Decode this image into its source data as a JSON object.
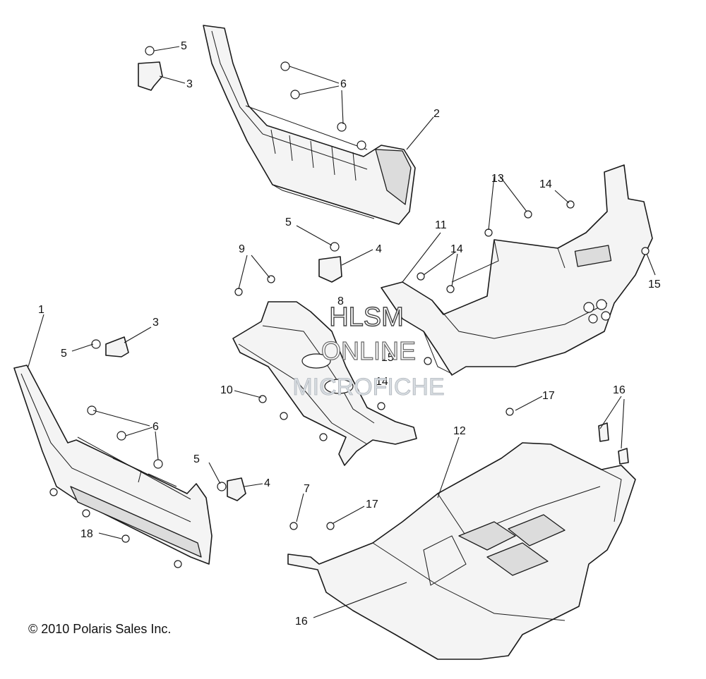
{
  "callouts": [
    "1",
    "2",
    "3",
    "3",
    "4",
    "4",
    "5",
    "5",
    "5",
    "5",
    "6",
    "6",
    "7",
    "8",
    "9",
    "10",
    "11",
    "12",
    "13",
    "14",
    "14",
    "14",
    "15",
    "15",
    "16",
    "16",
    "17",
    "17",
    "18"
  ],
  "watermark": {
    "line1": "HLSM",
    "line2": "ONLINE",
    "line3": "MICROFICHE"
  },
  "copyright": "© 2010 Polaris Sales Inc.",
  "colors": {
    "line": "#1a1a1a",
    "fill": "#f4f4f4",
    "watermark": "#c8cdd2"
  }
}
